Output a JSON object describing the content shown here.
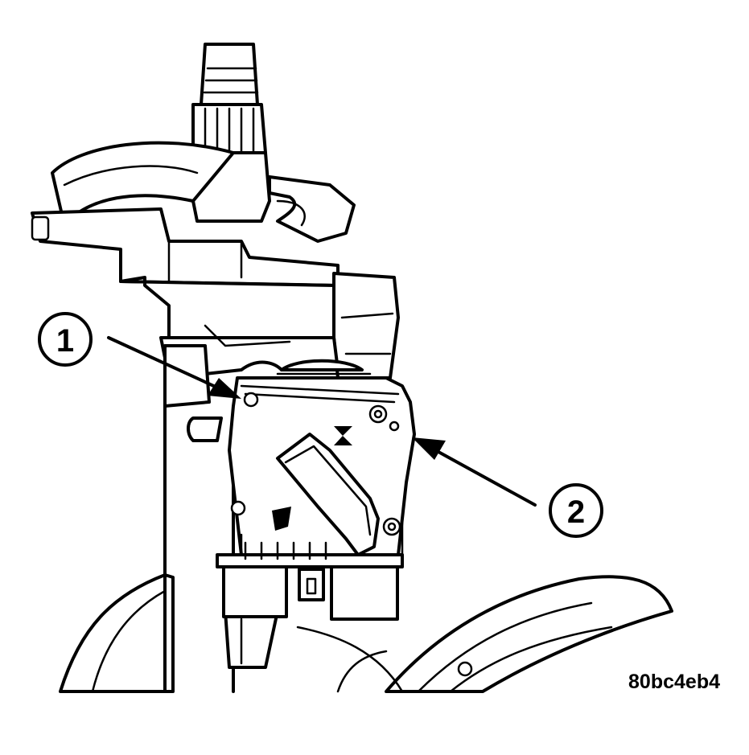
{
  "callouts": [
    {
      "number": "1"
    },
    {
      "number": "2"
    }
  ],
  "figure_code": "80bc4eb4",
  "colors": {
    "ink": "#000000",
    "paper": "#ffffff"
  }
}
